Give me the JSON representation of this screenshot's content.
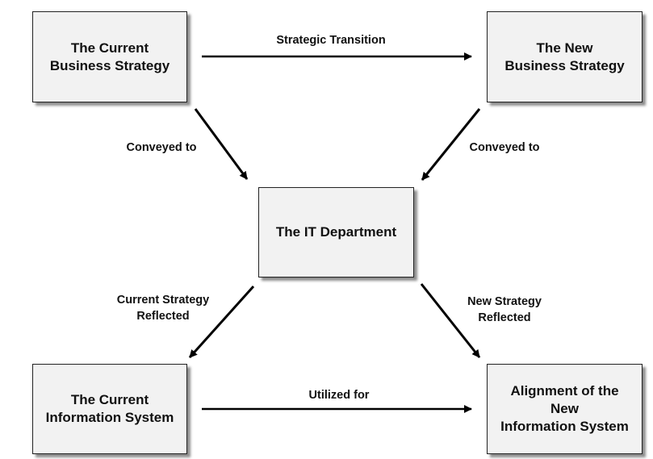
{
  "nodes": {
    "current_strategy": "The Current\nBusiness Strategy",
    "new_strategy": "The New\nBusiness Strategy",
    "it_department": "The IT Department",
    "current_is": "The Current\nInformation System",
    "alignment_new_is": "Alignment of the\nNew\nInformation System"
  },
  "edges": {
    "strategic_transition": "Strategic Transition",
    "conveyed_left": "Conveyed to",
    "conveyed_right": "Conveyed to",
    "current_reflected": "Current Strategy\nReflected",
    "new_reflected": "New Strategy\nReflected",
    "utilized_for": "Utilized for"
  }
}
